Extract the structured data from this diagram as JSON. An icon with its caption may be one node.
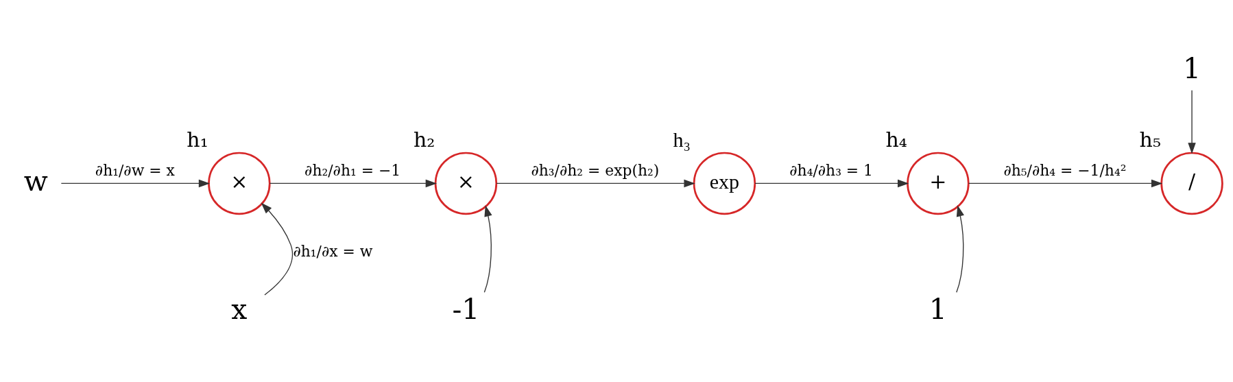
{
  "diagram": {
    "nodes": [
      {
        "text": [
          "1"
        ]
      },
      {
        "text": [
          "w"
        ]
      },
      {
        "text": [
          "×"
        ],
        "beside": [
          "h₁"
        ]
      },
      {
        "text": [
          "×"
        ],
        "beside": [
          "h₂"
        ]
      },
      {
        "text": [
          "exp"
        ],
        "beside": [
          "h₃"
        ]
      },
      {
        "text": [
          "+"
        ],
        "beside": [
          "h₄"
        ]
      },
      {
        "text": [
          "/"
        ],
        "beside": [
          "h₅"
        ]
      },
      {
        "text": [
          "x"
        ]
      },
      {
        "text": [
          "-1"
        ]
      },
      {
        "text": [
          "1"
        ]
      }
    ],
    "edges": [
      {
        "from": 1,
        "to": 2,
        "arrow": "to",
        "label": "∂h₁/∂w = x"
      },
      {
        "from": 7,
        "to": 2,
        "arrow": "to",
        "label": "∂h₁/∂x = w"
      },
      {
        "from": 2,
        "to": 3,
        "arrow": "to",
        "label": "∂h₂/∂h₁ = −1"
      },
      {
        "from": 8,
        "to": 3,
        "arrow": "to"
      },
      {
        "from": 3,
        "to": 4,
        "arrow": "to",
        "label": "∂h₃/∂h₂ = exp(h₂)"
      },
      {
        "from": 4,
        "to": 5,
        "arrow": "to",
        "label": "∂h₄/∂h₃ = 1"
      },
      {
        "from": 9,
        "to": 5,
        "arrow": "to"
      },
      {
        "from": 5,
        "to": 6,
        "arrow": "to",
        "label": "∂h₅/∂h₄ = −1/h₄²"
      },
      {
        "from": 0,
        "to": 6,
        "arrow": "to"
      }
    ]
  }
}
